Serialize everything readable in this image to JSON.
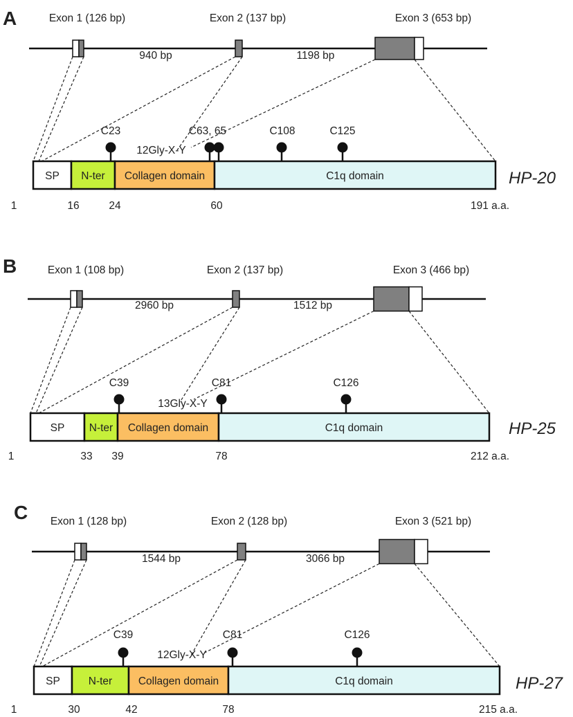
{
  "colors": {
    "exon_coding": "#808080",
    "exon_utr": "#ffffff",
    "sp": "#ffffff",
    "nter": "#c6f03a",
    "collagen": "#fbbe62",
    "c1q": "#dff6f6"
  },
  "panels": [
    {
      "letter": "A",
      "protein": "HP-20",
      "length_aa": 191,
      "exons": [
        {
          "label": "Exon 1 (126 bp)",
          "utr_side": "left"
        },
        {
          "label": "Exon 2 (137 bp)",
          "utr_side": "none"
        },
        {
          "label": "Exon 3 (653 bp)",
          "utr_side": "right"
        }
      ],
      "introns": [
        "940 bp",
        "1198 bp"
      ],
      "domains": [
        {
          "key": "sp",
          "label": "SP",
          "start": 1,
          "end": 16
        },
        {
          "key": "nter",
          "label": "N-ter",
          "start": 16,
          "end": 24
        },
        {
          "key": "collagen",
          "label": "Collagen domain",
          "start": 24,
          "end": 60
        },
        {
          "key": "c1q",
          "label": "C1q domain",
          "start": 60,
          "end": 191
        }
      ],
      "gly_label": "12Gly-X-Y",
      "cysteines": [
        {
          "label": "C23",
          "positions": [
            23
          ]
        },
        {
          "label": "C63, 65",
          "positions": [
            63,
            65
          ]
        },
        {
          "label": "C108",
          "positions": [
            108
          ]
        },
        {
          "label": "C125",
          "positions": [
            125
          ]
        }
      ],
      "positions": [
        "1",
        "16",
        "24",
        "60",
        "191 a.a."
      ]
    },
    {
      "letter": "B",
      "protein": "HP-25",
      "length_aa": 212,
      "exons": [
        {
          "label": "Exon 1 (108 bp)",
          "utr_side": "left"
        },
        {
          "label": "Exon 2 (137 bp)",
          "utr_side": "none"
        },
        {
          "label": "Exon 3 (466 bp)",
          "utr_side": "right"
        }
      ],
      "introns": [
        "2960 bp",
        "1512 bp"
      ],
      "domains": [
        {
          "key": "sp",
          "label": "SP",
          "start": 1,
          "end": 33
        },
        {
          "key": "nter",
          "label": "N-ter",
          "start": 33,
          "end": 39
        },
        {
          "key": "collagen",
          "label": "Collagen domain",
          "start": 39,
          "end": 78
        },
        {
          "key": "c1q",
          "label": "C1q domain",
          "start": 78,
          "end": 212
        }
      ],
      "gly_label": "13Gly-X-Y",
      "cysteines": [
        {
          "label": "C39",
          "positions": [
            39
          ]
        },
        {
          "label": "C81",
          "positions": [
            81
          ]
        },
        {
          "label": "C126",
          "positions": [
            126
          ]
        }
      ],
      "positions": [
        "1",
        "33",
        "39",
        "78",
        "212 a.a."
      ]
    },
    {
      "letter": "C",
      "protein": "HP-27",
      "length_aa": 215,
      "exons": [
        {
          "label": "Exon 1 (128 bp)",
          "utr_side": "left"
        },
        {
          "label": "Exon 2 (128 bp)",
          "utr_side": "none"
        },
        {
          "label": "Exon 3 (521 bp)",
          "utr_side": "right"
        }
      ],
      "introns": [
        "1544 bp",
        "3066 bp"
      ],
      "domains": [
        {
          "key": "sp",
          "label": "SP",
          "start": 1,
          "end": 30
        },
        {
          "key": "nter",
          "label": "N-ter",
          "start": 30,
          "end": 42
        },
        {
          "key": "collagen",
          "label": "Collagen domain",
          "start": 42,
          "end": 78
        },
        {
          "key": "c1q",
          "label": "C1q domain",
          "start": 78,
          "end": 215
        }
      ],
      "gly_label": "12Gly-X-Y",
      "cysteines": [
        {
          "label": "C39",
          "positions": [
            39
          ]
        },
        {
          "label": "C81",
          "positions": [
            81
          ]
        },
        {
          "label": "C126",
          "positions": [
            126
          ]
        }
      ],
      "positions": [
        "1",
        "30",
        "42",
        "78",
        "215 a.a."
      ]
    }
  ]
}
